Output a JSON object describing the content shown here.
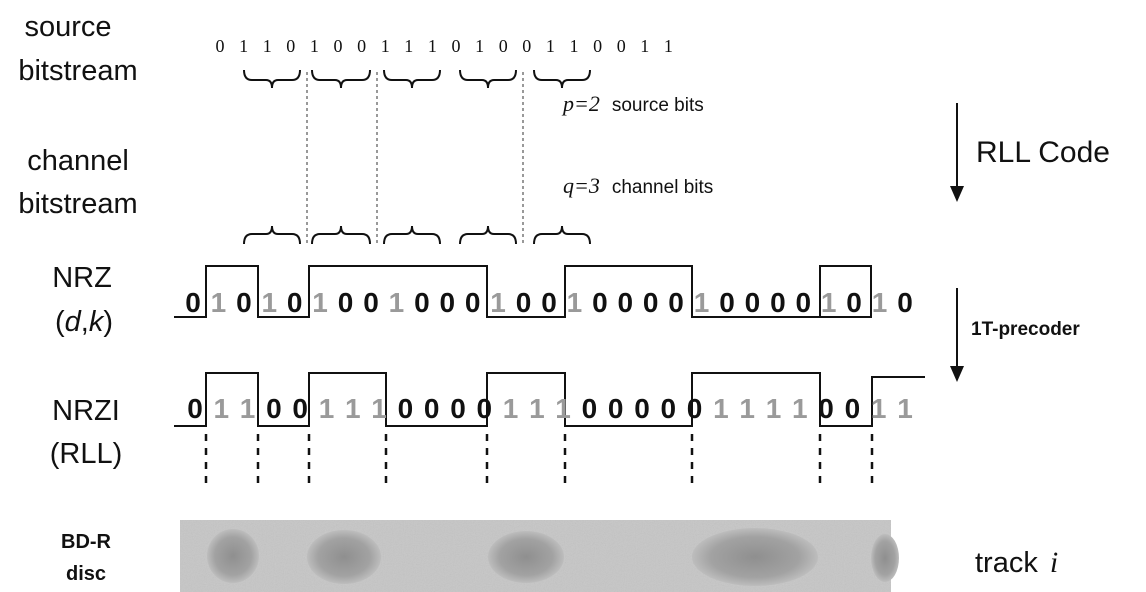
{
  "labels": {
    "source_line1": "source",
    "source_line2": "bitstream",
    "channel_line1": "channel",
    "channel_line2": "bitstream",
    "nrz_line1": "NRZ",
    "nrz_line2_open": "(",
    "nrz_line2_d": "d",
    "nrz_line2_comma": ",",
    "nrz_line2_k": "k",
    "nrz_line2_close": ")",
    "nrzi_line1": "NRZI",
    "nrzi_line2": "(RLL)",
    "disc_line1": "BD-R",
    "disc_line2": "disc",
    "source_bits_var": "p=2",
    "source_bits_text": "source bits",
    "channel_bits_var": "q=3",
    "channel_bits_text": "channel bits",
    "rll_code": "RLL Code",
    "precoder": "1T-precoder",
    "track_text": "track",
    "track_var": "i"
  },
  "source_bits": [
    "0",
    "1",
    "1",
    "0",
    "1",
    "0",
    "0",
    "1",
    "1",
    "1",
    "0",
    "1",
    "0",
    "0",
    "1",
    "1",
    "0",
    "0",
    "1",
    "1"
  ],
  "nrz_bits": [
    {
      "v": "0",
      "gray": false
    },
    {
      "v": "1",
      "gray": true
    },
    {
      "v": "0",
      "gray": false
    },
    {
      "v": "1",
      "gray": true
    },
    {
      "v": "0",
      "gray": false
    },
    {
      "v": "1",
      "gray": true
    },
    {
      "v": "0",
      "gray": false
    },
    {
      "v": "0",
      "gray": false
    },
    {
      "v": "1",
      "gray": true
    },
    {
      "v": "0",
      "gray": false
    },
    {
      "v": "0",
      "gray": false
    },
    {
      "v": "0",
      "gray": false
    },
    {
      "v": "1",
      "gray": true
    },
    {
      "v": "0",
      "gray": false
    },
    {
      "v": "0",
      "gray": false
    },
    {
      "v": "1",
      "gray": true
    },
    {
      "v": "0",
      "gray": false
    },
    {
      "v": "0",
      "gray": false
    },
    {
      "v": "0",
      "gray": false
    },
    {
      "v": "0",
      "gray": false
    },
    {
      "v": "1",
      "gray": true
    },
    {
      "v": "0",
      "gray": false
    },
    {
      "v": "0",
      "gray": false
    },
    {
      "v": "0",
      "gray": false
    },
    {
      "v": "0",
      "gray": false
    },
    {
      "v": "1",
      "gray": true
    },
    {
      "v": "0",
      "gray": false
    },
    {
      "v": "1",
      "gray": true
    },
    {
      "v": "0",
      "gray": false
    }
  ],
  "nrzi_bits": [
    {
      "v": "0",
      "gray": false
    },
    {
      "v": "1",
      "gray": true
    },
    {
      "v": "1",
      "gray": true
    },
    {
      "v": "0",
      "gray": false
    },
    {
      "v": "0",
      "gray": false
    },
    {
      "v": "1",
      "gray": true
    },
    {
      "v": "1",
      "gray": true
    },
    {
      "v": "1",
      "gray": true
    },
    {
      "v": "0",
      "gray": false
    },
    {
      "v": "0",
      "gray": false
    },
    {
      "v": "0",
      "gray": false
    },
    {
      "v": "0",
      "gray": false
    },
    {
      "v": "1",
      "gray": true
    },
    {
      "v": "1",
      "gray": true
    },
    {
      "v": "1",
      "gray": true
    },
    {
      "v": "0",
      "gray": false
    },
    {
      "v": "0",
      "gray": false
    },
    {
      "v": "0",
      "gray": false
    },
    {
      "v": "0",
      "gray": false
    },
    {
      "v": "0",
      "gray": false
    },
    {
      "v": "1",
      "gray": true
    },
    {
      "v": "1",
      "gray": true
    },
    {
      "v": "1",
      "gray": true
    },
    {
      "v": "1",
      "gray": true
    },
    {
      "v": "0",
      "gray": false
    },
    {
      "v": "0",
      "gray": false
    },
    {
      "v": "1",
      "gray": true
    },
    {
      "v": "1",
      "gray": true
    }
  ],
  "colors": {
    "ink": "#111111",
    "gray_bit": "#9a9a9a",
    "disc_bg": "#c6c6c6",
    "mark": "#9a9a9a"
  }
}
